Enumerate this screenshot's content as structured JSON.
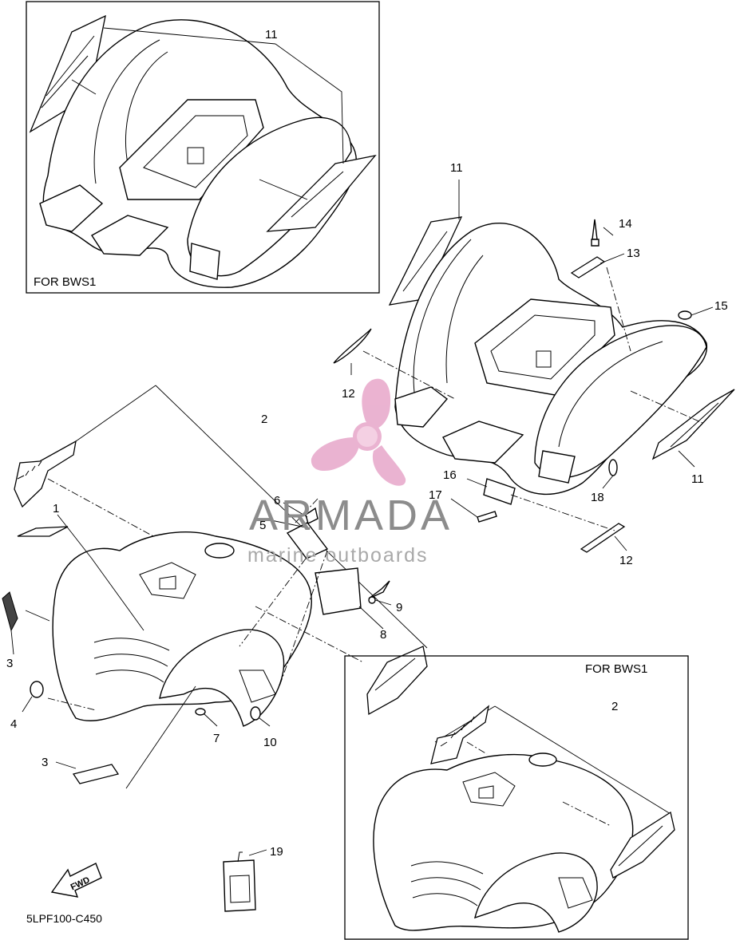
{
  "diagram": {
    "code": "5LPF100-C450",
    "inset_top_label": "FOR BWS1",
    "inset_bottom_label": "FOR BWS1",
    "fwd_label": "FWD",
    "callouts": {
      "c1": "1",
      "c2": "2",
      "c2b": "2",
      "c3a": "3",
      "c3b": "3",
      "c4": "4",
      "c5": "5",
      "c6": "6",
      "c7": "7",
      "c8": "8",
      "c9": "9",
      "c10": "10",
      "c11a": "11",
      "c11b": "11",
      "c11c": "11",
      "c12a": "12",
      "c12b": "12",
      "c13": "13",
      "c14": "14",
      "c15": "15",
      "c16": "16",
      "c17": "17",
      "c18": "18",
      "c19": "19"
    }
  },
  "watermark": {
    "brand": "ARMADA",
    "tagline": "marine outboards",
    "color": "#e7a6c9"
  }
}
